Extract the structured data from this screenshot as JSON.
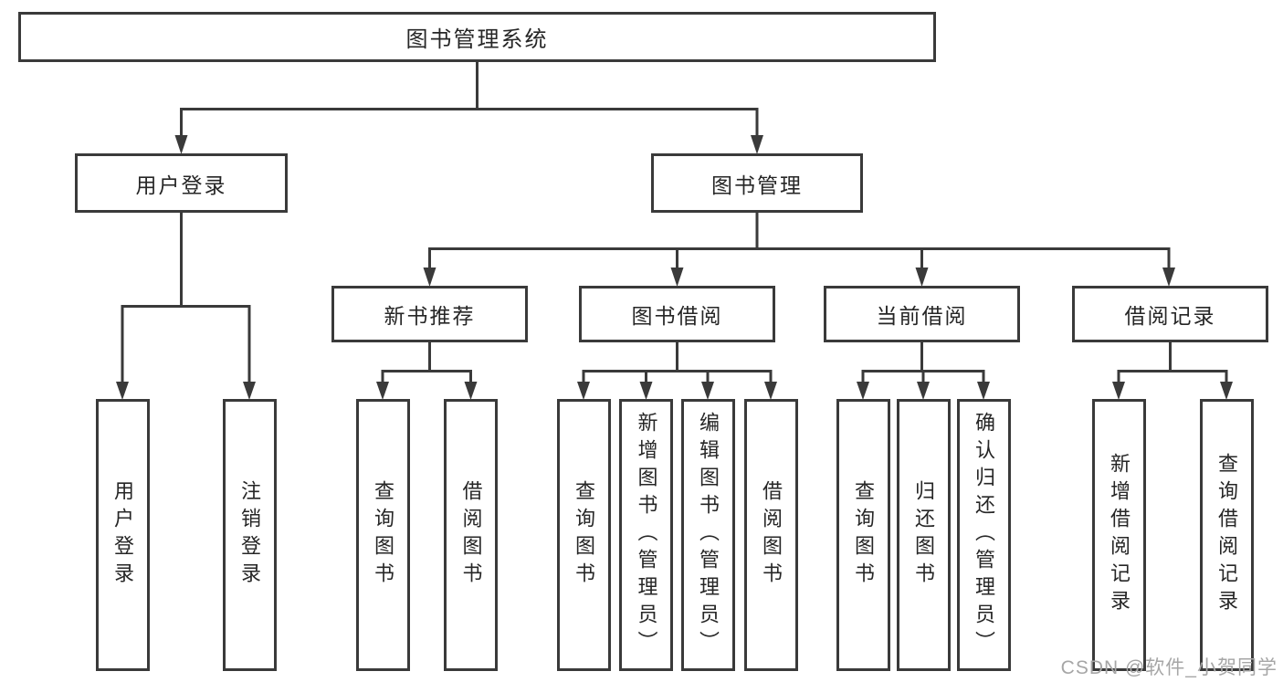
{
  "colors": {
    "line": "#3a3a3a",
    "text": "#262626",
    "watermark": "#a6a6a6"
  },
  "tree": {
    "root": {
      "label": "图书管理系统"
    },
    "branches": [
      {
        "label": "用户登录",
        "children": [
          {
            "label": "用户登录"
          },
          {
            "label": "注销登录"
          }
        ]
      },
      {
        "label": "图书管理",
        "children": [
          {
            "label": "新书推荐",
            "children": [
              {
                "label": "查询图书"
              },
              {
                "label": "借阅图书"
              }
            ]
          },
          {
            "label": "图书借阅",
            "children": [
              {
                "label": "查询图书"
              },
              {
                "label": "新增图书（管理员）"
              },
              {
                "label": "编辑图书（管理员）"
              },
              {
                "label": "借阅图书"
              }
            ]
          },
          {
            "label": "当前借阅",
            "children": [
              {
                "label": "查询图书"
              },
              {
                "label": "归还图书"
              },
              {
                "label": "确认归还（管理员）"
              }
            ]
          },
          {
            "label": "借阅记录",
            "children": [
              {
                "label": "新增借阅记录"
              },
              {
                "label": "查询借阅记录"
              }
            ]
          }
        ]
      }
    ]
  },
  "watermark": {
    "text": "CSDN @软件_小贺同学"
  }
}
